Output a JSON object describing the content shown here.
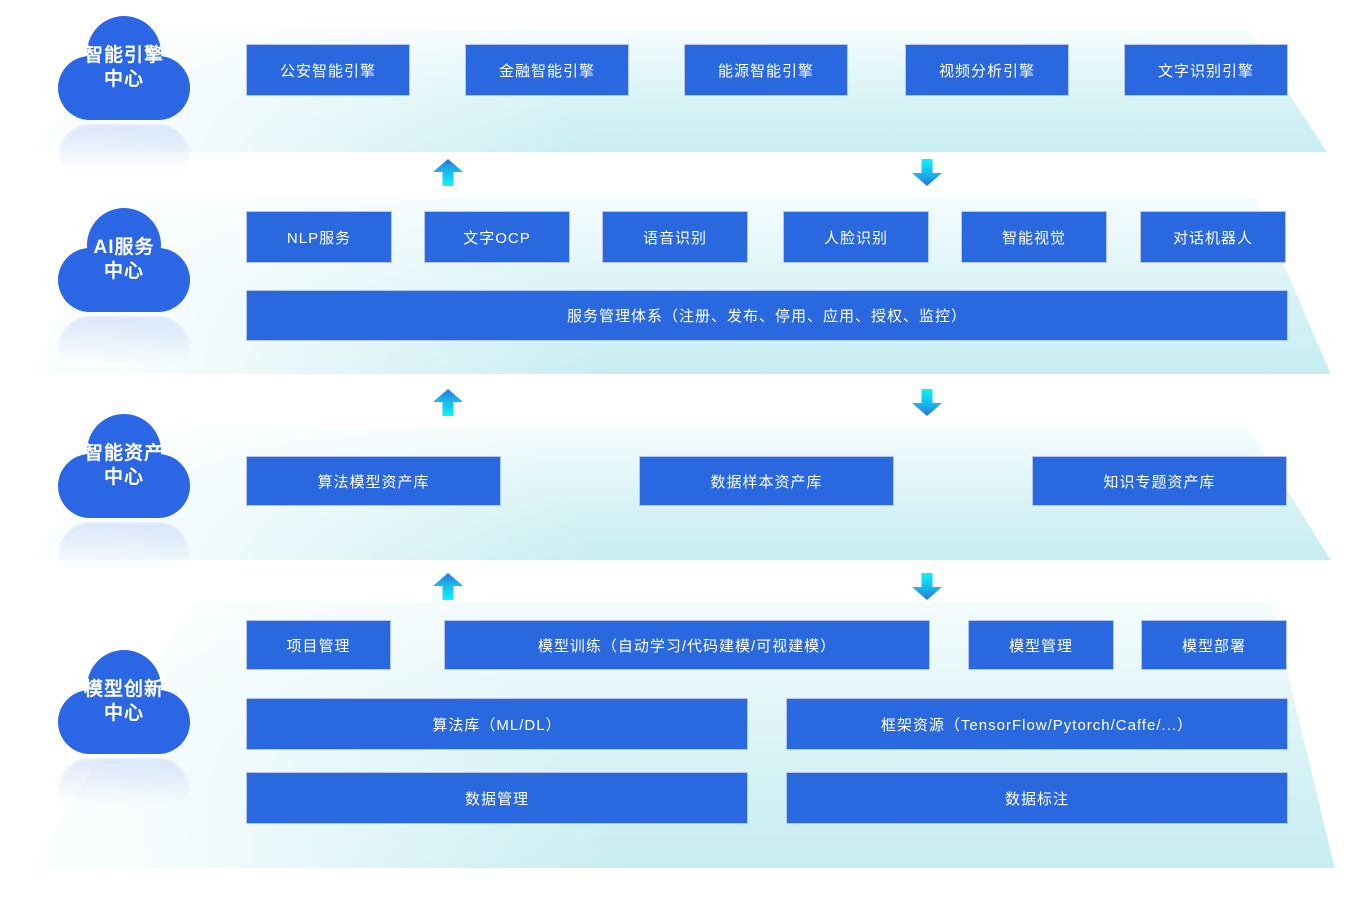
{
  "diagram": {
    "colors": {
      "node_blue": "#2a68e0",
      "cloud_blue": "#2b66e4",
      "platform_cyan": "#c7edf2",
      "arrow_cyan": "#0df2fb",
      "arrow_blue": "#2e6fd9"
    },
    "layers": [
      {
        "name": "智能引擎中心",
        "cloud_line1": "智能引擎",
        "cloud_line2": "中心",
        "buttons": [
          "公安智能引擎",
          "金融智能引擎",
          "能源智能引擎",
          "视频分析引擎",
          "文字识别引擎"
        ]
      },
      {
        "name": "AI服务中心",
        "cloud_line1": "AI服务",
        "cloud_line2": "中心",
        "buttons": [
          "NLP服务",
          "文字OCP",
          "语音识别",
          "人脸识别",
          "智能视觉",
          "对话机器人"
        ],
        "bar": "服务管理体系（注册、发布、停用、应用、授权、监控）"
      },
      {
        "name": "智能资产中心",
        "cloud_line1": "智能资产",
        "cloud_line2": "中心",
        "buttons": [
          "算法模型资产库",
          "数据样本资产库",
          "知识专题资产库"
        ]
      },
      {
        "name": "模型创新中心",
        "cloud_line1": "模型创新",
        "cloud_line2": "中心",
        "row1": [
          "项目管理",
          "模型训练（自动学习/代码建模/可视建模）",
          "模型管理",
          "模型部署"
        ],
        "row2": [
          "算法库（ML/DL）",
          "框架资源（TensorFlow/Pytorch/Caffe/...）"
        ],
        "row3": [
          "数据管理",
          "数据标注"
        ]
      }
    ]
  }
}
